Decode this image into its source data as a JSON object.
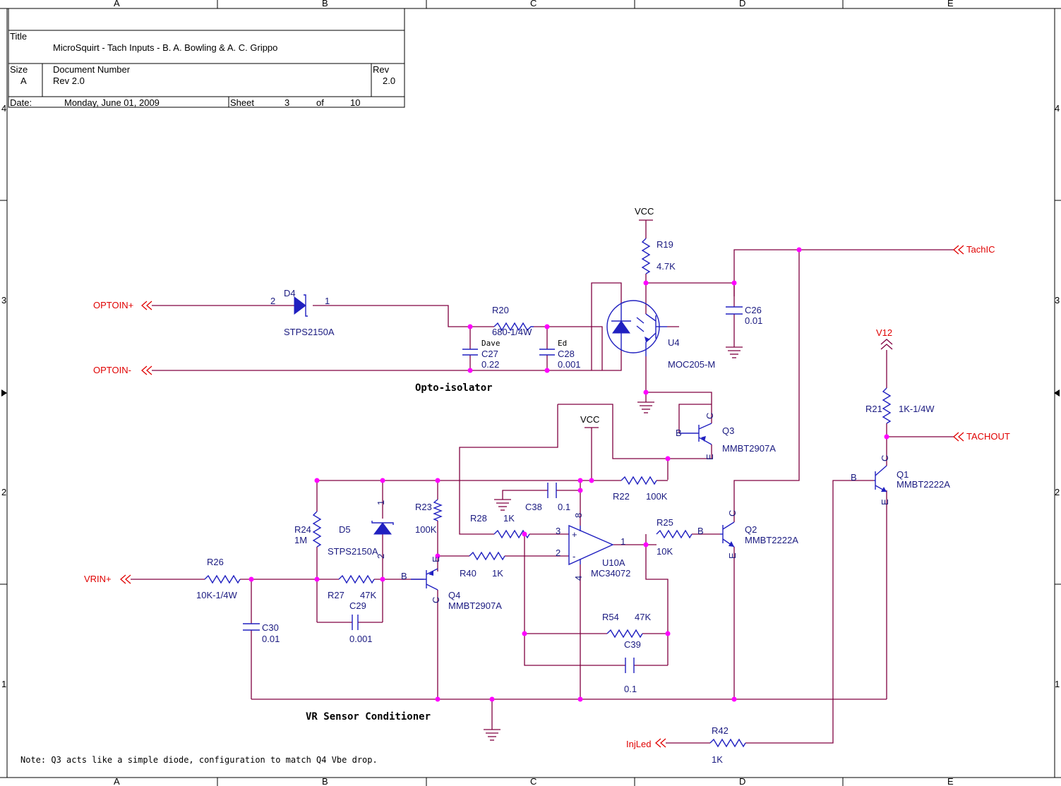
{
  "colors": {
    "wire": "#800040",
    "component": "#2020c0",
    "junction": "#ff00ff",
    "port": "#e00000",
    "text": "#000000"
  },
  "frame": {
    "columns": [
      "A",
      "B",
      "C",
      "D",
      "E"
    ],
    "rows": [
      "4",
      "3",
      "2",
      "1"
    ]
  },
  "title_block": {
    "title_label": "Title",
    "title": "MicroSquirt - Tach Inputs - B. A. Bowling & A. C. Grippo",
    "size_label": "Size",
    "size": "A",
    "docnum_label": "Document Number",
    "docnum": "Rev 2.0",
    "rev_label": "Rev",
    "rev": "2.0",
    "date_label": "Date:",
    "date": "Monday, June 01, 2009",
    "sheet_label": "Sheet",
    "sheet": "3",
    "of_label": "of",
    "sheets": "10"
  },
  "ports": {
    "optoin_plus": "OPTOIN+",
    "optoin_minus": "OPTOIN-",
    "vrin_plus": "VRIN+",
    "tachic": "TachIC",
    "tachout": "TACHOUT",
    "v12": "V12",
    "injled": "InjLed"
  },
  "power": {
    "vcc1": "VCC",
    "vcc2": "VCC"
  },
  "sections": {
    "opto": "Opto-isolator",
    "vr": "VR Sensor Conditioner"
  },
  "note": "Note: Q3 acts like a simple diode, configuration to match Q4 Vbe drop.",
  "components": {
    "d4": {
      "ref": "D4",
      "value": "STPS2150A",
      "pin_a": "2",
      "pin_k": "1"
    },
    "r20": {
      "ref": "R20",
      "value": "680-1/4W"
    },
    "c27": {
      "ref": "C27",
      "value": "0.22",
      "note": "Dave"
    },
    "c28": {
      "ref": "C28",
      "value": "0.001",
      "note": "Ed"
    },
    "r19": {
      "ref": "R19",
      "value": "4.7K"
    },
    "u4": {
      "ref": "U4",
      "value": "MOC205-M"
    },
    "c26": {
      "ref": "C26",
      "value": "0.01"
    },
    "q3": {
      "ref": "Q3",
      "value": "MMBT2907A",
      "b": "B",
      "c": "C",
      "e": "E"
    },
    "r21": {
      "ref": "R21",
      "value": "1K-1/4W"
    },
    "q1": {
      "ref": "Q1",
      "value": "MMBT2222A",
      "b": "B",
      "c": "C",
      "e": "E"
    },
    "c38": {
      "ref": "C38",
      "value": "0.1"
    },
    "r22": {
      "ref": "R22",
      "value": "100K"
    },
    "r23": {
      "ref": "R23",
      "value": "100K"
    },
    "r28": {
      "ref": "R28",
      "value": "1K"
    },
    "r24": {
      "ref": "R24",
      "value": "1M"
    },
    "d5": {
      "ref": "D5",
      "value": "STPS2150A",
      "pin1": "1",
      "pin2": "2"
    },
    "r25": {
      "ref": "R25",
      "value": "10K"
    },
    "q2": {
      "ref": "Q2",
      "value": "MMBT2222A",
      "b": "B",
      "c": "C",
      "e": "E"
    },
    "u10a": {
      "ref": "U10A",
      "value": "MC34072",
      "pin1": "1",
      "pin2": "2",
      "pin3": "3",
      "pin4": "4",
      "pin8": "8",
      "plus": "+",
      "minus": "-"
    },
    "r26": {
      "ref": "R26",
      "value": "10K-1/4W"
    },
    "r27": {
      "ref": "R27",
      "value": "47K"
    },
    "c29": {
      "ref": "C29",
      "value": "0.001"
    },
    "r40": {
      "ref": "R40",
      "value": "1K"
    },
    "q4": {
      "ref": "Q4",
      "value": "MMBT2907A",
      "b": "B",
      "c": "C",
      "e": "E"
    },
    "c30": {
      "ref": "C30",
      "value": "0.01"
    },
    "r54": {
      "ref": "R54",
      "value": "47K"
    },
    "c39": {
      "ref": "C39",
      "value": "0.1"
    },
    "r42": {
      "ref": "R42",
      "value": "1K"
    }
  }
}
